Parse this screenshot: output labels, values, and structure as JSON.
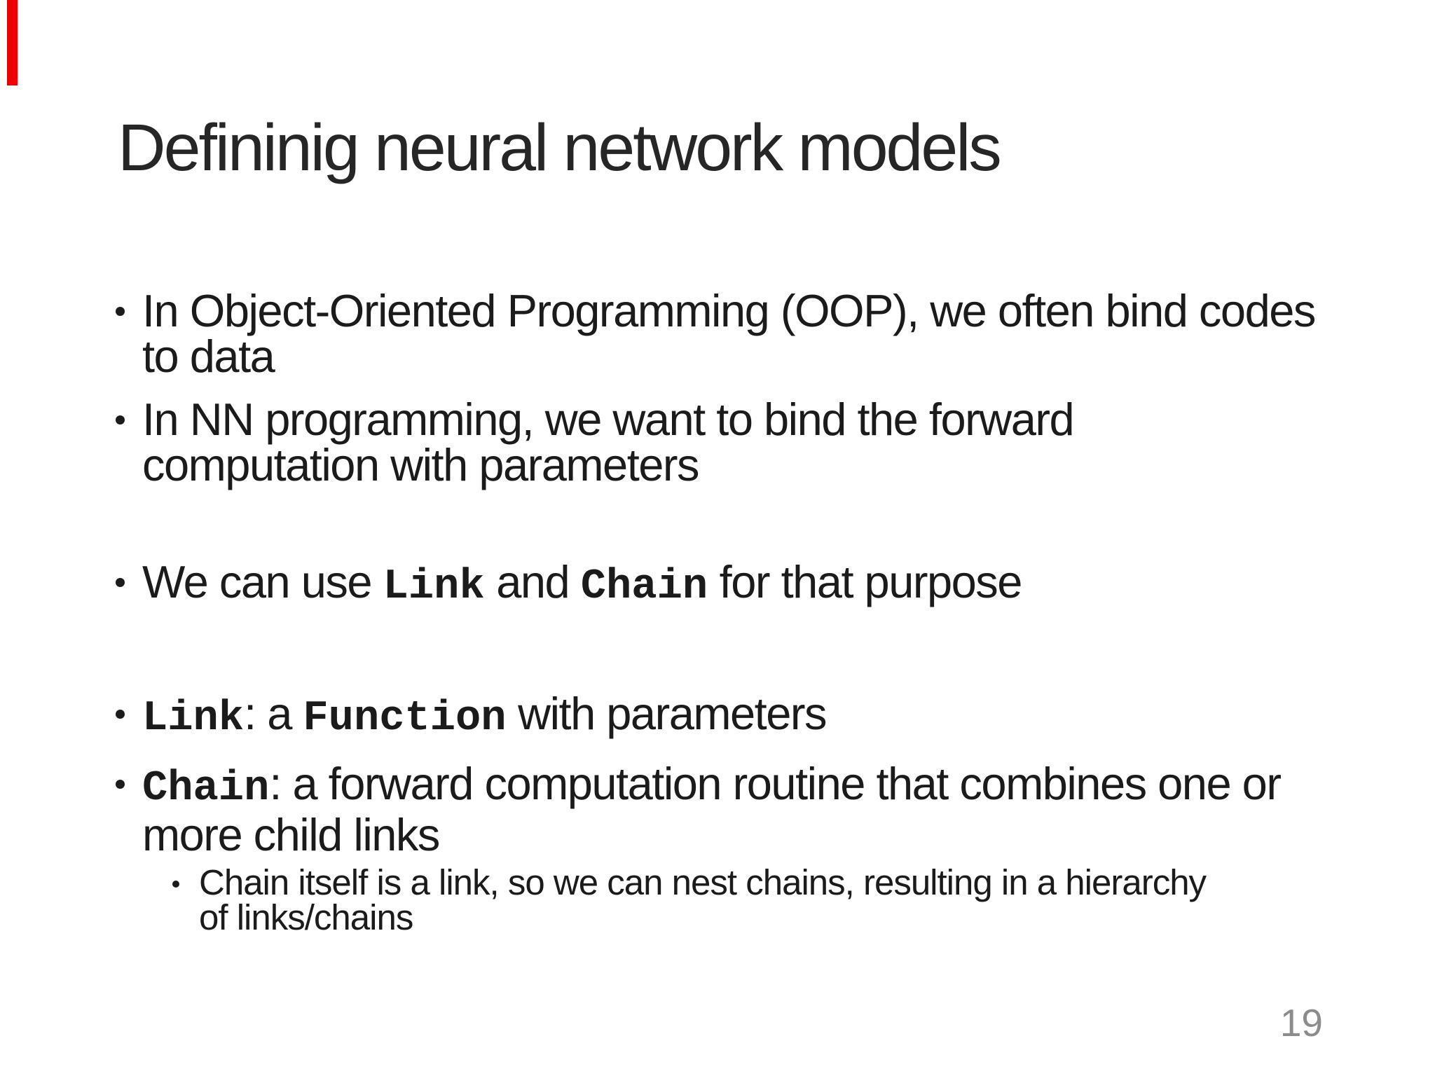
{
  "slide": {
    "title": "Defininig neural network models",
    "page_number": "19",
    "colors": {
      "accent_bar": "#ee0000",
      "text": "#1b1b1b",
      "page_number": "#8c8c8c",
      "background": "#ffffff"
    },
    "bullets": [
      {
        "level": 1,
        "lines": [
          [
            {
              "t": "In Object-Oriented Programming (OOP), we often bind codes"
            }
          ],
          [
            {
              "t": "to data"
            }
          ]
        ]
      },
      {
        "level": 1,
        "lines": [
          [
            {
              "t": "In NN programming, we want to bind the forward"
            }
          ],
          [
            {
              "t": "computation with parameters"
            }
          ]
        ]
      },
      {
        "level": 1,
        "lines": [
          [
            {
              "t": "We can use "
            },
            {
              "t": "Link",
              "mono": true
            },
            {
              "t": " and "
            },
            {
              "t": "Chain",
              "mono": true
            },
            {
              "t": " for that purpose"
            }
          ]
        ]
      },
      {
        "level": 1,
        "lines": [
          [
            {
              "t": "Link",
              "mono": true
            },
            {
              "t": ": a "
            },
            {
              "t": "Function",
              "mono": true
            },
            {
              "t": " with parameters"
            }
          ]
        ]
      },
      {
        "level": 1,
        "lines": [
          [
            {
              "t": "Chain",
              "mono": true
            },
            {
              "t": ": a forward computation routine that combines one or"
            }
          ],
          [
            {
              "t": "more child links"
            }
          ]
        ]
      },
      {
        "level": 2,
        "lines": [
          [
            {
              "t": "Chain itself is a link, so we can nest chains, resulting in a hierarchy"
            }
          ],
          [
            {
              "t": "of links/chains"
            }
          ]
        ]
      }
    ]
  }
}
